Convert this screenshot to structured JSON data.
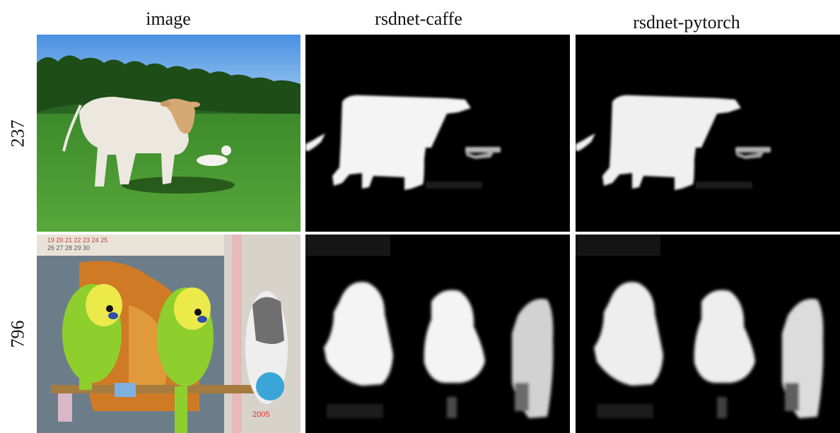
{
  "columns": [
    "image",
    "rsdnet-caffe",
    "rsdnet-pytorch"
  ],
  "rows": [
    {
      "label": "237",
      "caption": "cow standing in grassy field with small lamb lying down, trees in background"
    },
    {
      "label": "796",
      "caption": "three budgerigar parakeets perched on wooden stick in front of calendar and window"
    }
  ],
  "calendar": {
    "line1": "19  20  21  22  23  24  25",
    "line2": "26  27  28  29  30"
  },
  "stamp": "2005"
}
